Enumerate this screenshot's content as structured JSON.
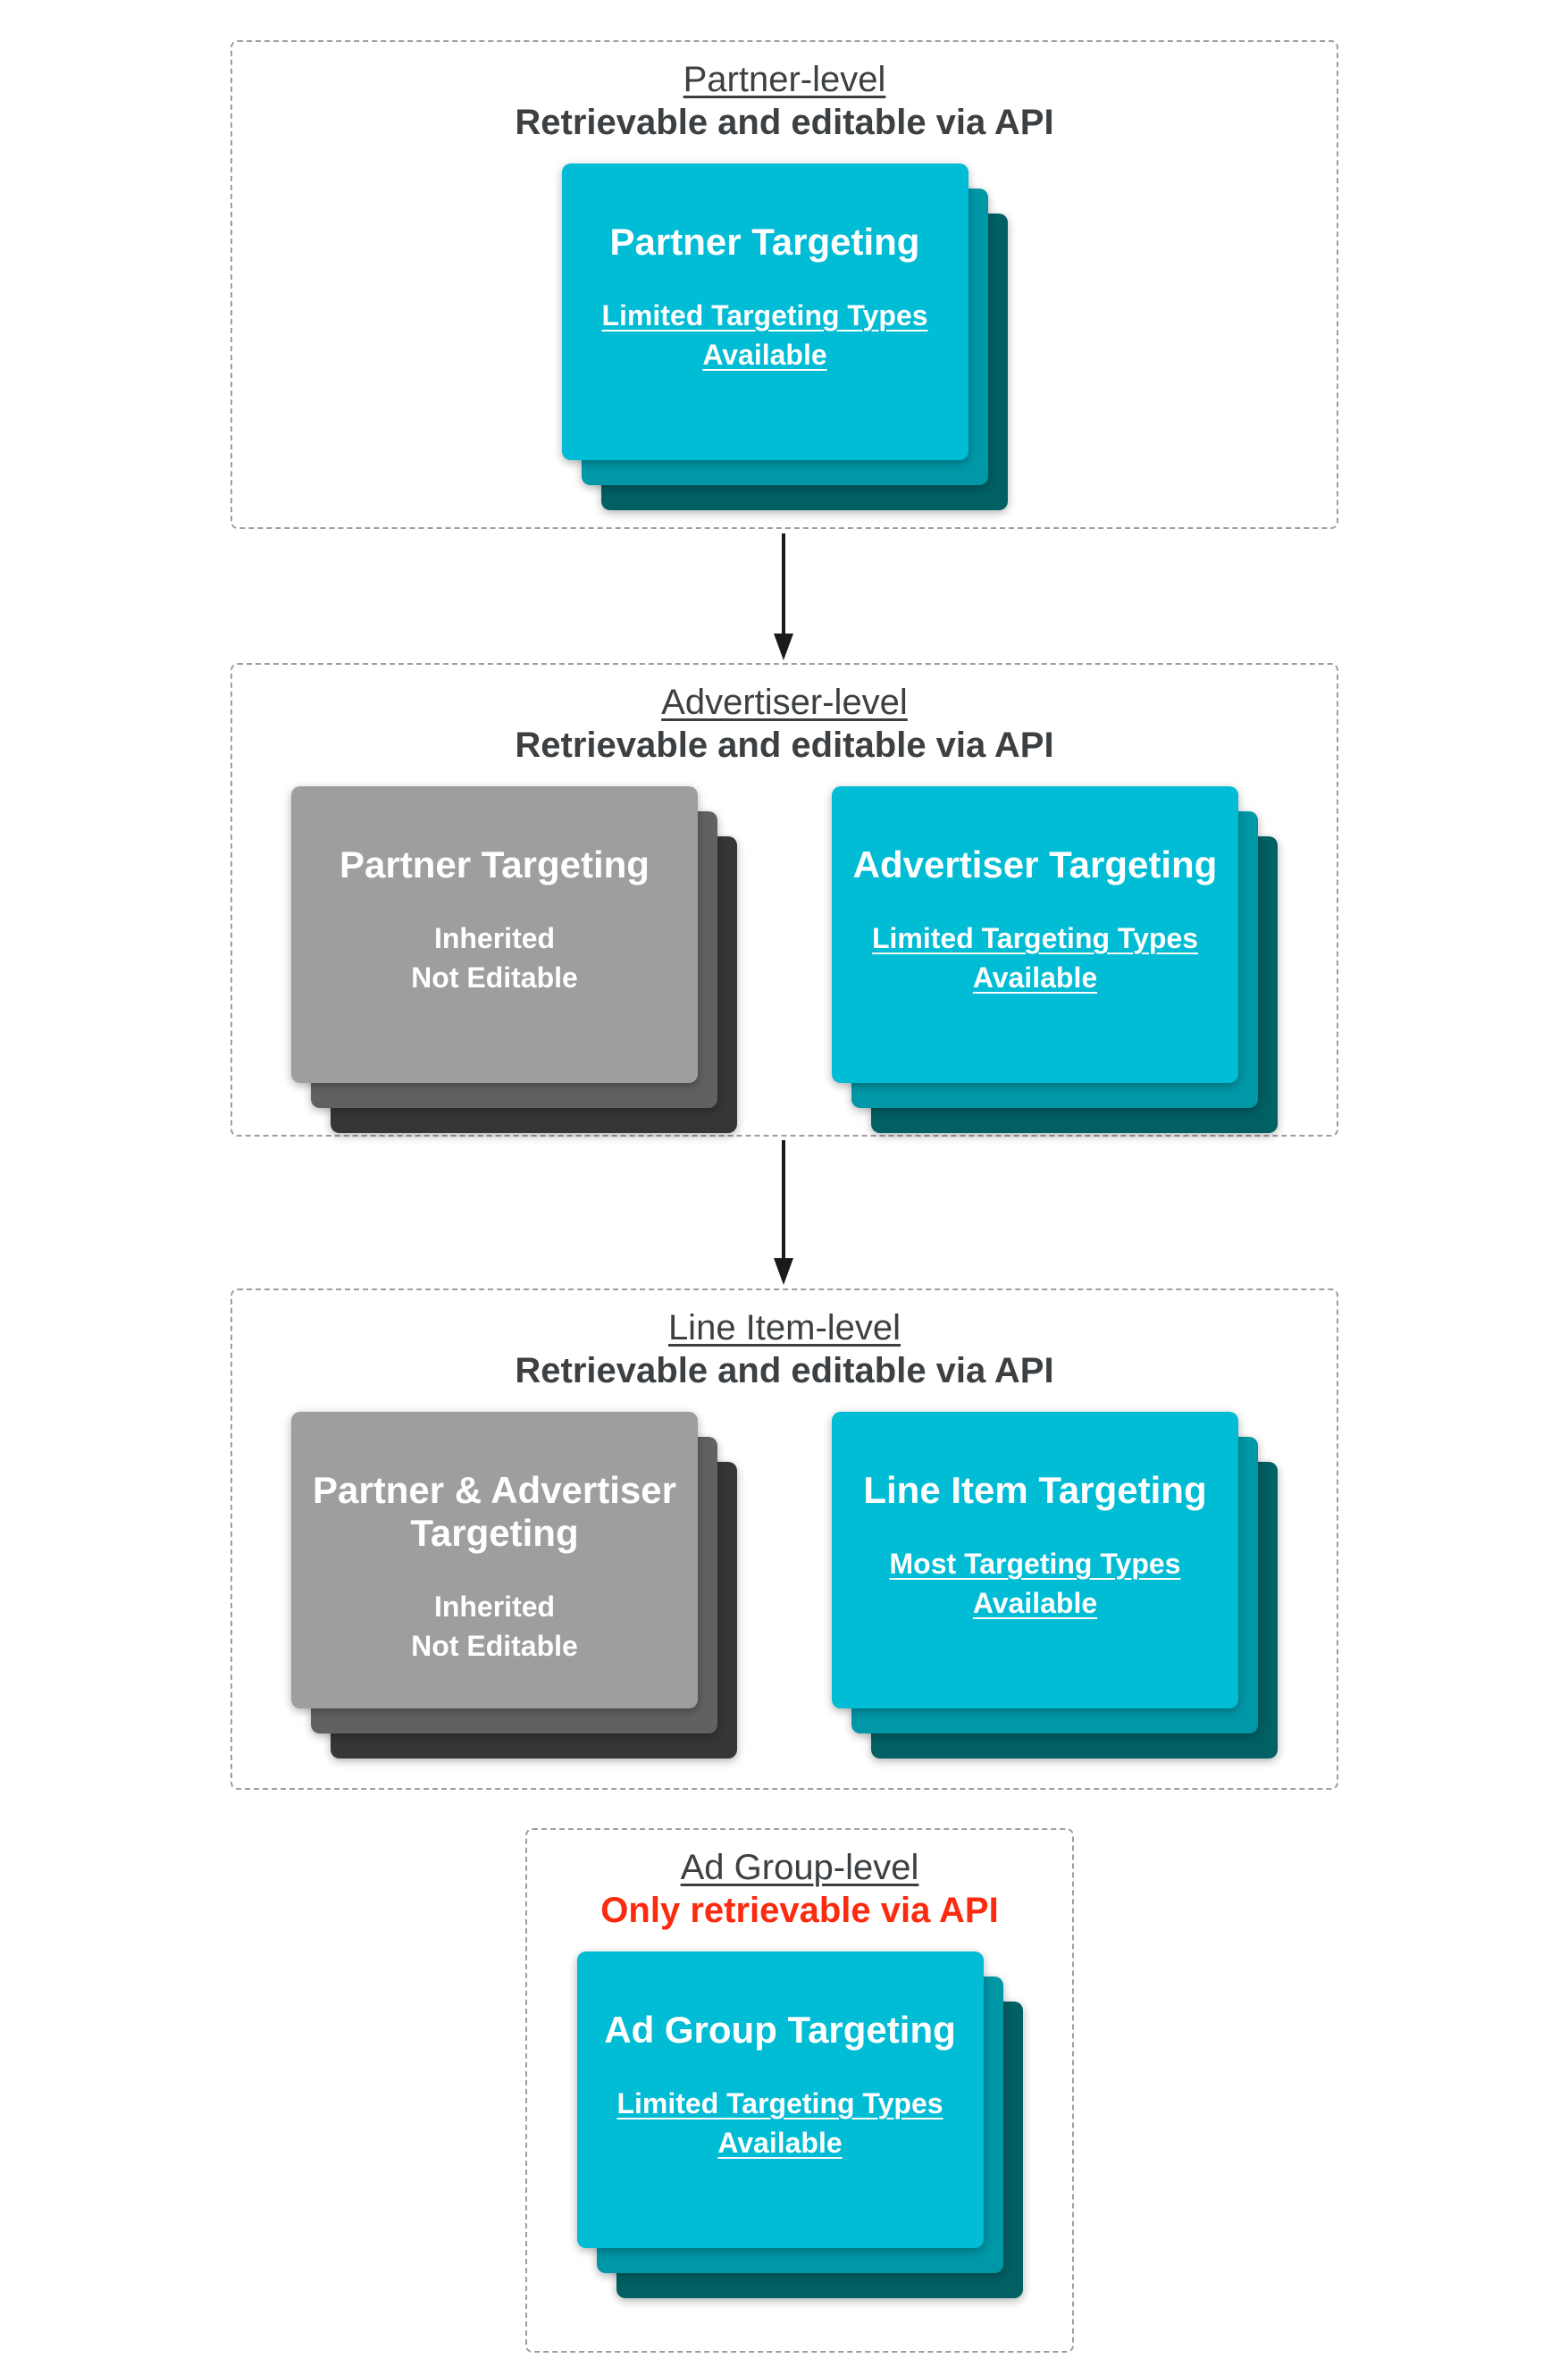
{
  "sections": [
    {
      "name": "partner-level",
      "title": "Partner-level",
      "subtitle": "Retrievable and editable via API",
      "cards": [
        {
          "style": "cyan",
          "title": "Partner Targeting",
          "subtitle": "Limited Targeting Types Available"
        }
      ]
    },
    {
      "name": "advertiser-level",
      "title": "Advertiser-level",
      "subtitle": "Retrievable and editable via API",
      "cards": [
        {
          "style": "gray",
          "title": "Partner Targeting",
          "body_lines": [
            "Inherited",
            "Not Editable"
          ]
        },
        {
          "style": "cyan",
          "title": "Advertiser Targeting",
          "subtitle": "Limited Targeting Types Available"
        }
      ]
    },
    {
      "name": "line-item-level",
      "title": "Line Item-level",
      "subtitle": "Retrievable and editable via API",
      "cards": [
        {
          "style": "gray",
          "title": "Partner & Advertiser Targeting",
          "body_lines": [
            "Inherited",
            "Not Editable"
          ]
        },
        {
          "style": "cyan",
          "title": "Line Item Targeting",
          "subtitle": "Most Targeting Types Available"
        }
      ]
    },
    {
      "name": "ad-group-level",
      "title": "Ad Group-level",
      "subtitle": "Only retrievable via API",
      "subtitle_color": "#fa2b0f",
      "cards": [
        {
          "style": "cyan",
          "title": "Ad Group Targeting",
          "subtitle": "Limited Targeting Types Available"
        }
      ]
    }
  ],
  "connectors": [
    {
      "type": "arrow-down",
      "from": "partner-level",
      "to": "advertiser-level"
    },
    {
      "type": "arrow-down",
      "from": "advertiser-level",
      "to": "line-item-level"
    }
  ],
  "colors": {
    "card_cyan_front": "#00bcd4",
    "card_cyan_mid": "#0097a7",
    "card_cyan_back": "#006064",
    "card_gray_front": "#9e9e9e",
    "card_gray_mid": "#616161",
    "card_gray_back": "#363636",
    "heading_text": "#3c4043",
    "alert_red": "#fa2b0f",
    "card_text": "#ffffff",
    "dashed_border": "#9e9e9e",
    "arrow": "#1a1a1a",
    "background": "#ffffff"
  }
}
